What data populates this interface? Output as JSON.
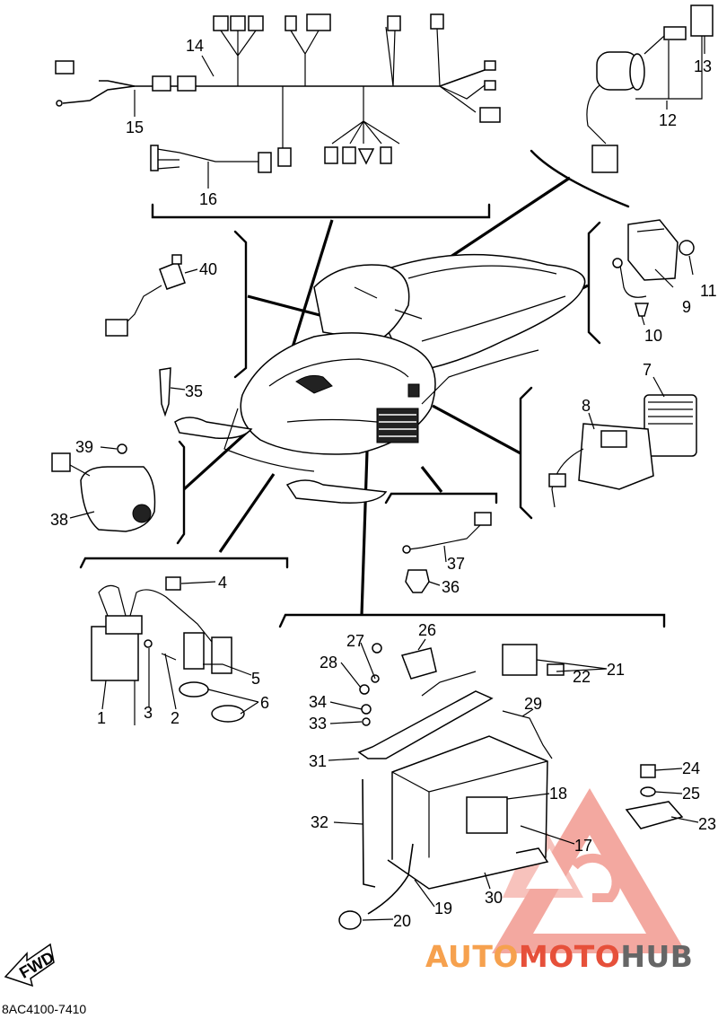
{
  "diagram": {
    "parts": [
      {
        "n": "1"
      },
      {
        "n": "2"
      },
      {
        "n": "3"
      },
      {
        "n": "4"
      },
      {
        "n": "5"
      },
      {
        "n": "6"
      },
      {
        "n": "7"
      },
      {
        "n": "8"
      },
      {
        "n": "9"
      },
      {
        "n": "10"
      },
      {
        "n": "11"
      },
      {
        "n": "12"
      },
      {
        "n": "13"
      },
      {
        "n": "14"
      },
      {
        "n": "15"
      },
      {
        "n": "16"
      },
      {
        "n": "17"
      },
      {
        "n": "18"
      },
      {
        "n": "19"
      },
      {
        "n": "20"
      },
      {
        "n": "21"
      },
      {
        "n": "22"
      },
      {
        "n": "23"
      },
      {
        "n": "24"
      },
      {
        "n": "25"
      },
      {
        "n": "26"
      },
      {
        "n": "27"
      },
      {
        "n": "28"
      },
      {
        "n": "29"
      },
      {
        "n": "30"
      },
      {
        "n": "31"
      },
      {
        "n": "32"
      },
      {
        "n": "33"
      },
      {
        "n": "34"
      },
      {
        "n": "35"
      },
      {
        "n": "36"
      },
      {
        "n": "37"
      },
      {
        "n": "38"
      },
      {
        "n": "39"
      },
      {
        "n": "40"
      }
    ],
    "fwd_label": "FWD",
    "drawing_code": "8AC4100-7410"
  },
  "watermark": {
    "part1": "AUTO",
    "part2": "MOTO",
    "part3": "HUB",
    "colors": {
      "auto": "#f6a14e",
      "moto": "#e6503a",
      "hub": "#666666",
      "logo": "#f08a80"
    }
  }
}
